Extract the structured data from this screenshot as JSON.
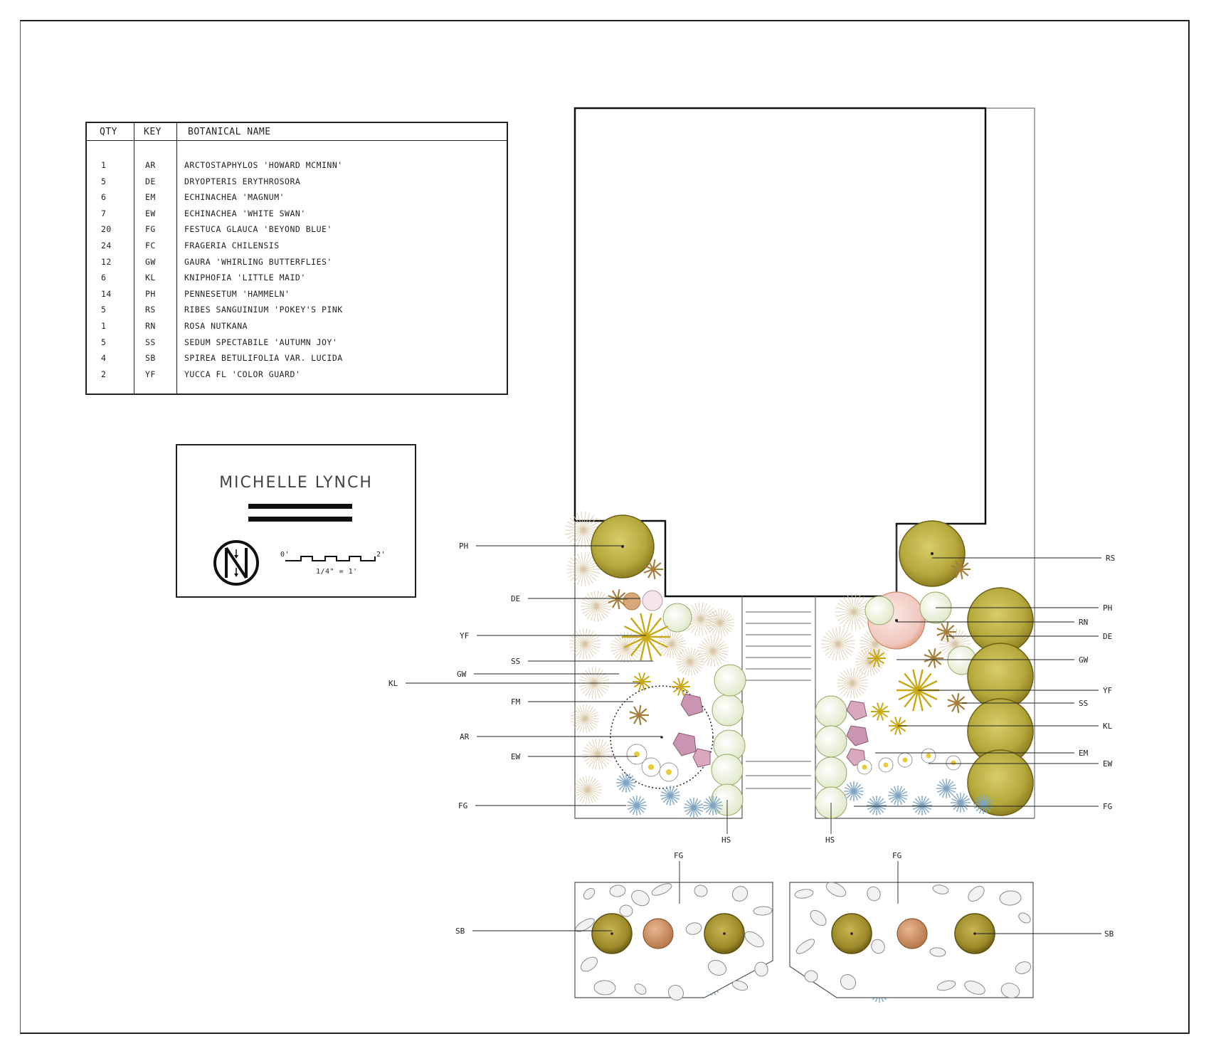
{
  "schedule": {
    "headers": {
      "qty": "QTY",
      "key": "KEY",
      "name": "BOTANICAL NAME"
    },
    "rows": [
      {
        "qty": "1",
        "key": "AR",
        "name": "ARCTOSTAPHYLOS 'HOWARD MCMINN'"
      },
      {
        "qty": "5",
        "key": "DE",
        "name": "DRYOPTERIS ERYTHROSORA"
      },
      {
        "qty": "6",
        "key": "EM",
        "name": "ECHINACHEA 'MAGNUM'"
      },
      {
        "qty": "7",
        "key": "EW",
        "name": "ECHINACHEA 'WHITE SWAN'"
      },
      {
        "qty": "20",
        "key": "FG",
        "name": "FESTUCA GLAUCA 'BEYOND BLUE'"
      },
      {
        "qty": "24",
        "key": "FC",
        "name": "FRAGERIA CHILENSIS"
      },
      {
        "qty": "12",
        "key": "GW",
        "name": "GAURA 'WHIRLING BUTTERFLIES'"
      },
      {
        "qty": "6",
        "key": "KL",
        "name": "KNIPHOFIA 'LITTLE MAID'"
      },
      {
        "qty": "14",
        "key": "PH",
        "name": "PENNESETUM 'HAMMELN'"
      },
      {
        "qty": "5",
        "key": "RS",
        "name": "RIBES SANGUINIUM 'POKEY'S PINK"
      },
      {
        "qty": "1",
        "key": "RN",
        "name": "ROSA NUTKANA"
      },
      {
        "qty": "5",
        "key": "SS",
        "name": "SEDUM SPECTABILE 'AUTUMN JOY'"
      },
      {
        "qty": "4",
        "key": "SB",
        "name": "SPIREA BETULIFOLIA VAR. LUCIDA"
      },
      {
        "qty": "2",
        "key": "YF",
        "name": "YUCCA FL 'COLOR GUARD'"
      }
    ]
  },
  "titleblock": {
    "designer": "MICHELLE LYNCH",
    "scale_start": "0'",
    "scale_end": "2'",
    "scale_ratio": "1/4\" = 1'"
  },
  "callouts": {
    "left": [
      "PH",
      "DE",
      "YF",
      "SS",
      "GW",
      "KL",
      "FM",
      "AR",
      "EW",
      "FG"
    ],
    "right": [
      "RS",
      "PH",
      "RN",
      "DE",
      "GW",
      "YF",
      "SS",
      "KL",
      "EM",
      "EW",
      "FG"
    ],
    "bottom": [
      "HS",
      "HS"
    ],
    "planters": [
      "FG",
      "FG",
      "SB",
      "SB"
    ]
  },
  "colors": {
    "olive_shrub": "#b5a83c",
    "pink_rose": "#f0c8c0",
    "fern_brown": "#a67f3c",
    "yucca_gold": "#c9a816",
    "blue_fescue": "#7fa6c2",
    "lavender_echinacea": "#c995b0",
    "spirea_olive": "#9c8a2a",
    "copper_pot": "#c88a5a",
    "green_white": "#e9f0d6",
    "grass_tan": "#d8c8a8",
    "ink": "#222222"
  }
}
